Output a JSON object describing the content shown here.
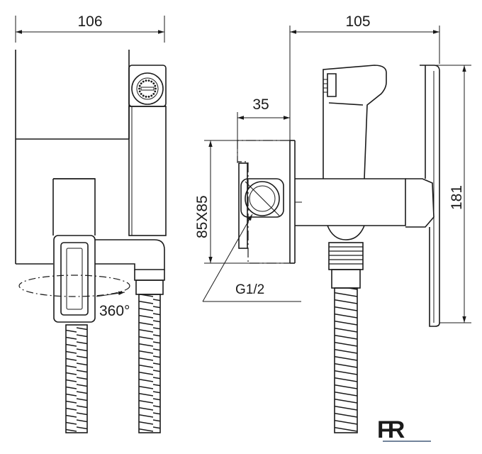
{
  "drawing": {
    "front_view": {
      "width_dim": "106",
      "rotation_label": "360°"
    },
    "side_view": {
      "depth_dim": "105",
      "offset_dim": "35",
      "plate_dim": "85X85",
      "height_dim": "181",
      "thread_label": "G1/2"
    },
    "logo": "FR",
    "colors": {
      "line": "#1a1a1a",
      "logo": "#1e3a5f"
    }
  }
}
